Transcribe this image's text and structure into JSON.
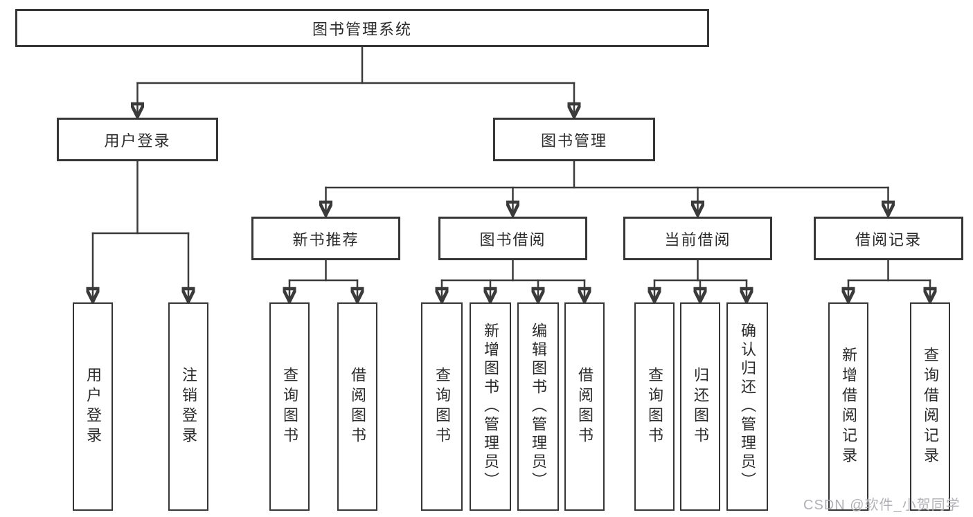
{
  "diagram": {
    "root": "图书管理系统",
    "level2": {
      "user_login": "用户登录",
      "book_management": "图书管理"
    },
    "level3": {
      "new_book_recommend": "新书推荐",
      "book_borrowing": "图书借阅",
      "current_borrowing": "当前借阅",
      "borrowing_records": "借阅记录"
    },
    "leaves": {
      "user_login": [
        "用户登录",
        "注销登录"
      ],
      "new_book_recommend": [
        "查询图书",
        "借阅图书"
      ],
      "book_borrowing": [
        "查询图书",
        "新增图书（管理员）",
        "编辑图书（管理员）",
        "借阅图书"
      ],
      "current_borrowing": [
        "查询图书",
        "归还图书",
        "确认归还（管理员）"
      ],
      "borrowing_records": [
        "新增借阅记录",
        "查询借阅记录"
      ]
    }
  },
  "watermark": "CSDN @软件_小贺同学",
  "colors": {
    "line": "#3a3a3a",
    "box_border": "#363636",
    "text": "#2b2b2b",
    "watermark": "#b2b0b6",
    "background": "#ffffff"
  }
}
